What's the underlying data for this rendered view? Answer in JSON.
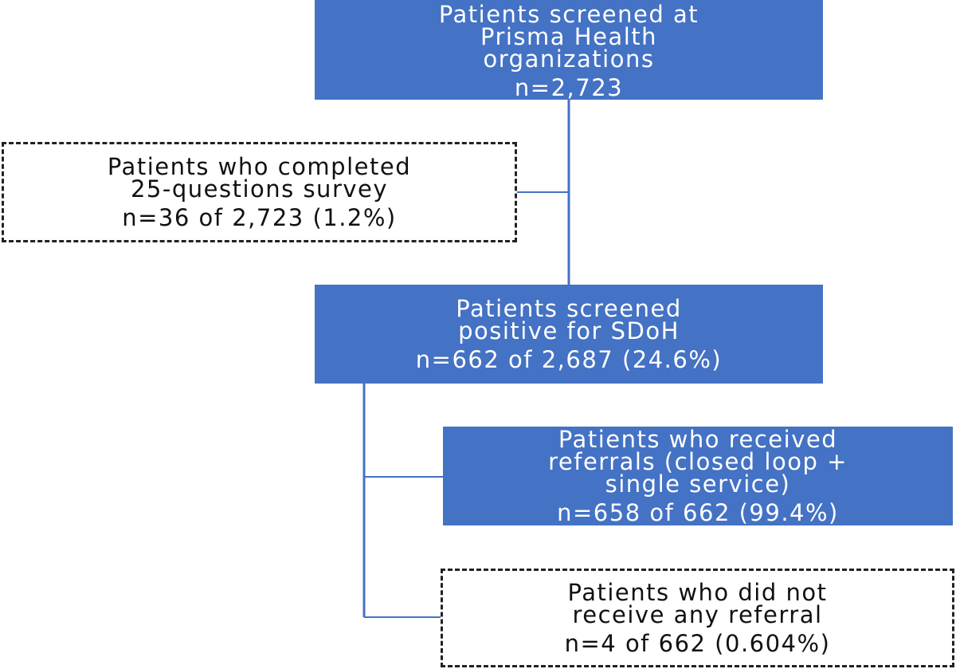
{
  "flowchart": {
    "screened": {
      "lines": [
        "Patients screened at",
        "Prisma Health",
        "organizations"
      ],
      "count": "n=2,723"
    },
    "survey": {
      "lines": [
        "Patients who completed",
        "25-questions survey"
      ],
      "count": "n=36 of 2,723 (1.2%)"
    },
    "positive": {
      "lines": [
        "Patients screened",
        "positive for SDoH"
      ],
      "count": "n=662 of 2,687 (24.6%)"
    },
    "referred": {
      "lines": [
        "Patients who received",
        "referrals (closed loop +",
        "single service)"
      ],
      "count": "n=658 of 662 (99.4%)"
    },
    "no_referral": {
      "lines": [
        "Patients who did not",
        "receive any referral"
      ],
      "count": "n=4 of 662 (0.604%)"
    }
  },
  "colors": {
    "box_fill": "#4472c4",
    "connector": "#4472c4",
    "dashed_border": "#222222"
  }
}
